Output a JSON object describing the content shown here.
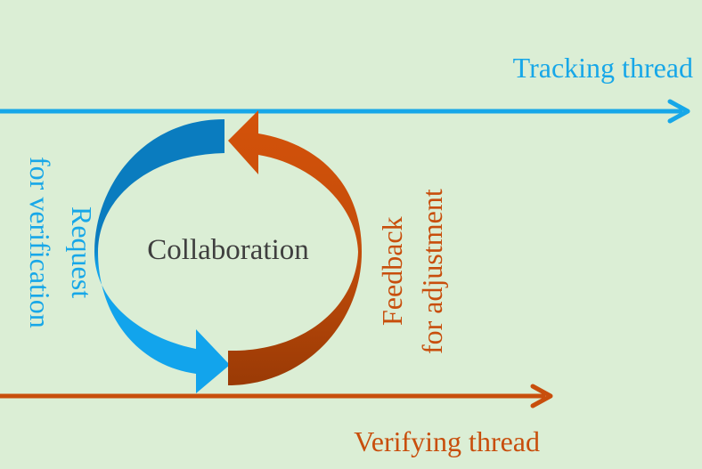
{
  "diagram": {
    "tracking_label": "Tracking thread",
    "verifying_label": "Verifying thread",
    "center_label": "Collaboration",
    "left_label_line1": "Request",
    "left_label_line2": "for verification",
    "right_label_line1": "Feedback",
    "right_label_line2": "for adjustment"
  },
  "colors": {
    "background": "#dbeed5",
    "tracking": "#17a7e8",
    "verifying": "#c84e0c",
    "center_text": "#3f3f3f"
  }
}
